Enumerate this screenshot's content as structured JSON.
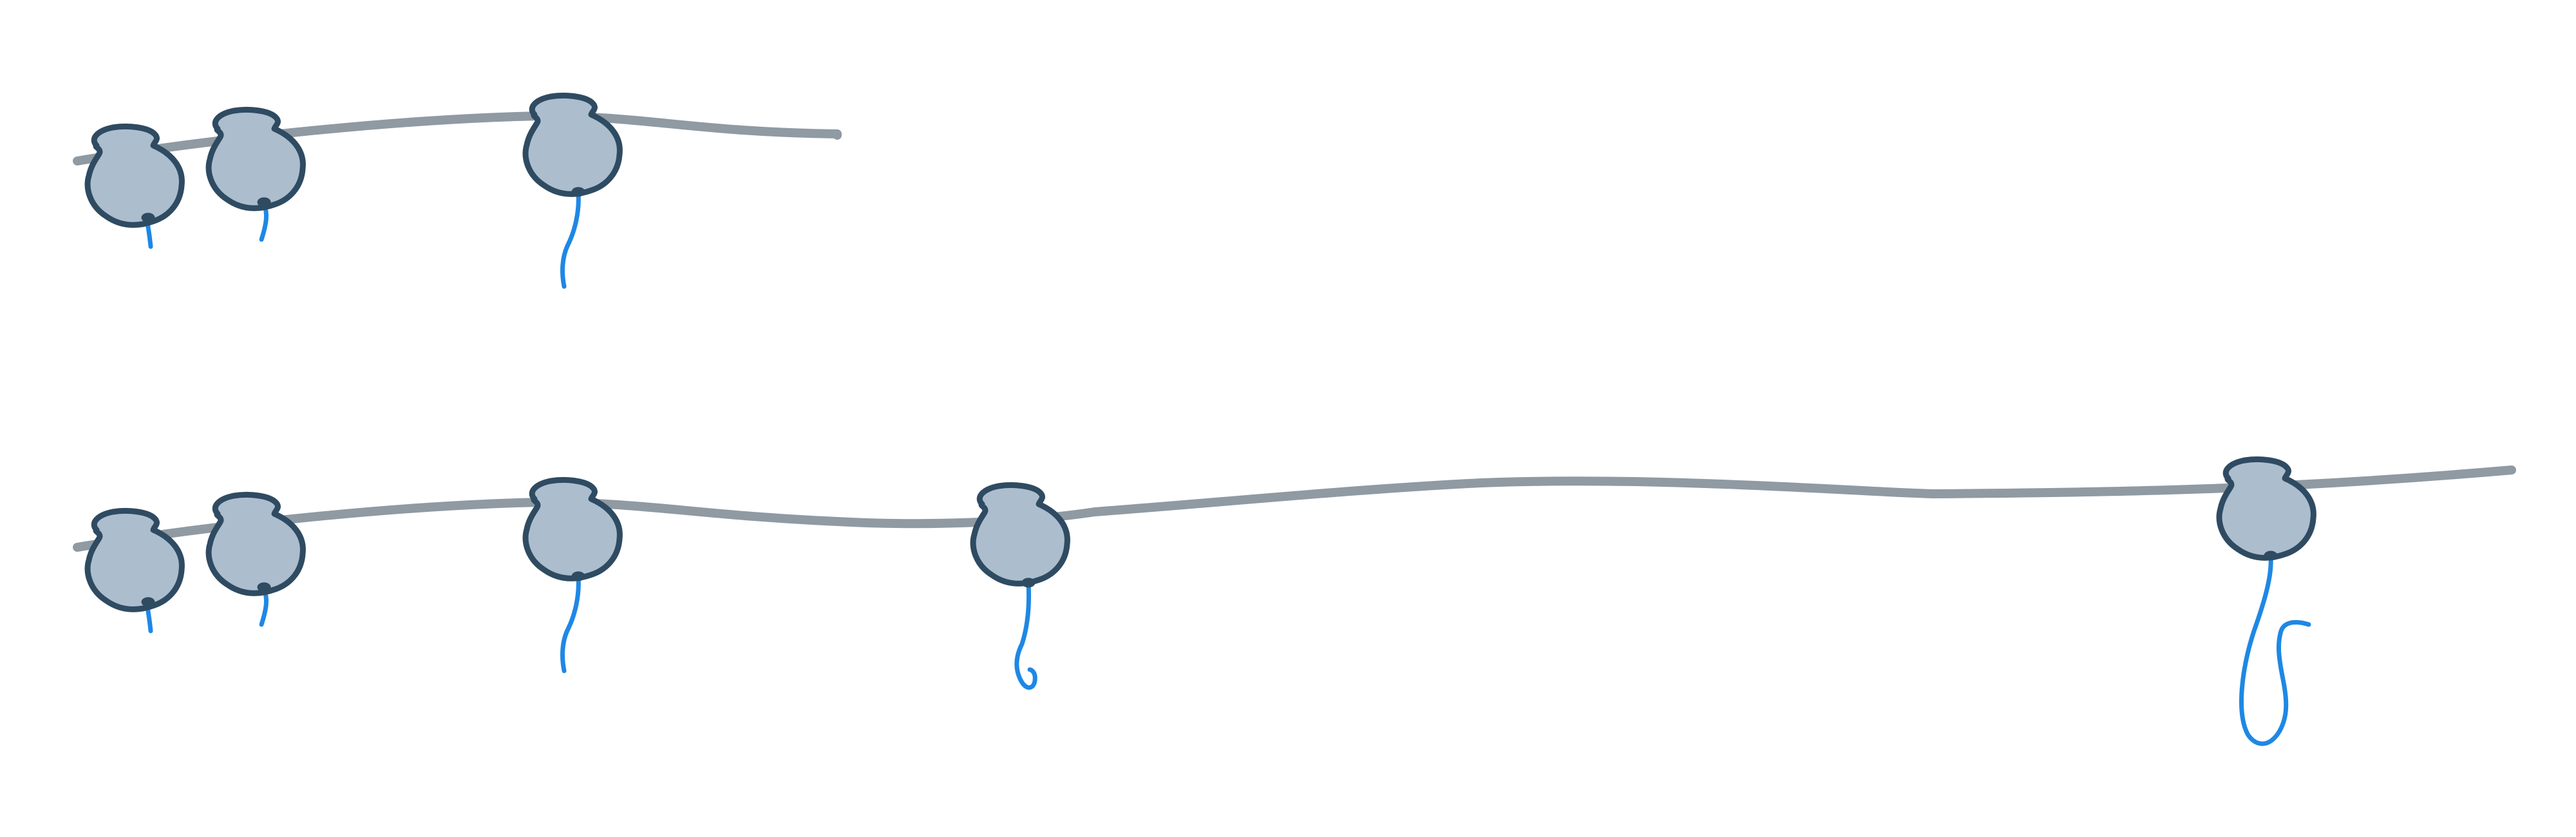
{
  "colors": {
    "background": "#ffffff",
    "mrna": "#8f9aa3",
    "ribosome_fill": "#acbece",
    "ribosome_outline": "#2f4b62",
    "peptide": "#1e88e5"
  },
  "panels": [
    {
      "id": "early",
      "ribosomes": [
        {
          "peptide_length": 0.03
        },
        {
          "peptide_length": 0.06
        },
        {
          "peptide_length": 0.14
        }
      ]
    },
    {
      "id": "late",
      "ribosomes": [
        {
          "peptide_length": 0.03
        },
        {
          "peptide_length": 0.06
        },
        {
          "peptide_length": 0.14
        },
        {
          "peptide_length": 0.2
        },
        {
          "peptide_length": 0.45
        }
      ]
    }
  ]
}
